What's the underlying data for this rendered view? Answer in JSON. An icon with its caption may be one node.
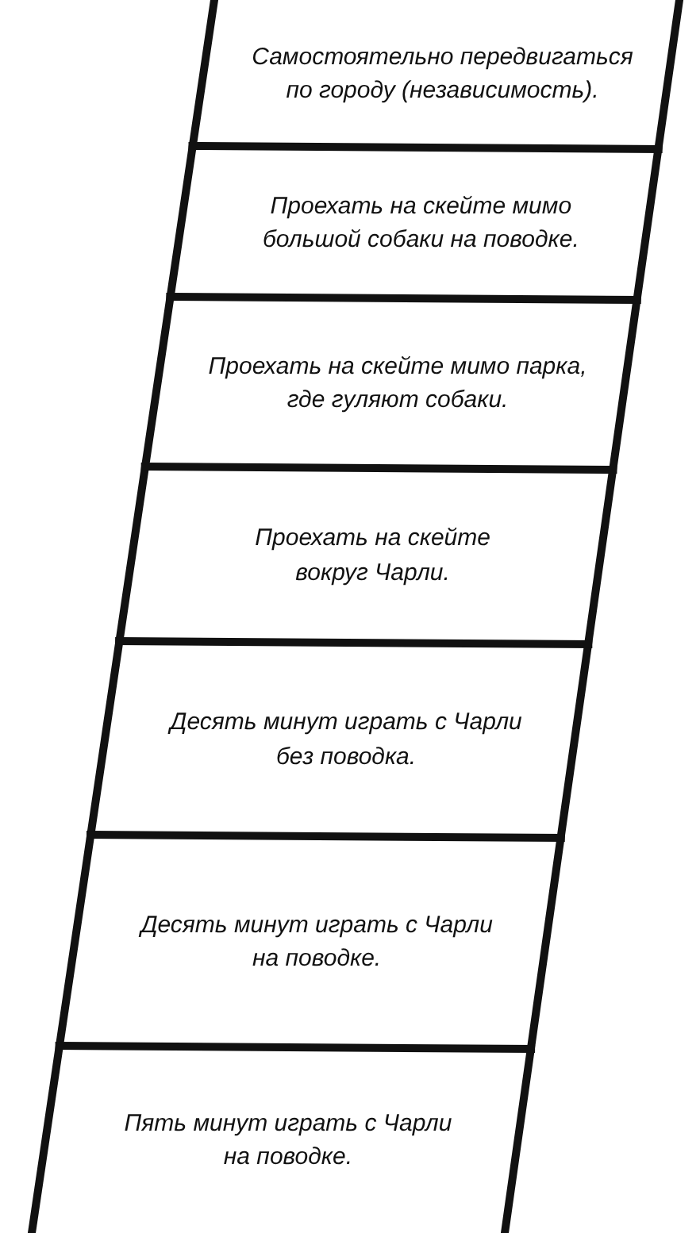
{
  "diagram": {
    "nodes": [
      {
        "text": [
          "Самостоятельно передвигаться по городу (независимость)."
        ]
      },
      {
        "text": [
          "Проехать на скейте мимо большой собаки на поводке."
        ]
      },
      {
        "text": [
          "Проехать на скейте мимо парка, где гуляют собаки."
        ]
      },
      {
        "text": [
          "Проехать на скейте вокруг Чарли."
        ]
      },
      {
        "text": [
          "Десять минут играть с Чарли без поводка."
        ]
      },
      {
        "text": [
          "Десять минут играть с Чарли на поводке."
        ]
      },
      {
        "text": [
          "Пять минут играть с Чарли на поводке."
        ]
      }
    ]
  }
}
